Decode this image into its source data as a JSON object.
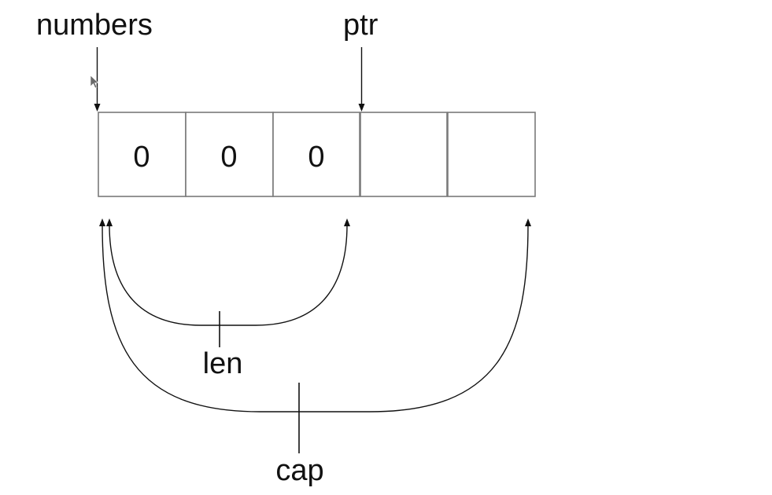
{
  "labels": {
    "numbers": "numbers",
    "ptr": "ptr",
    "len": "len",
    "cap": "cap"
  },
  "cells": [
    "0",
    "0",
    "0",
    "",
    ""
  ],
  "colors": {
    "ink": "#111111",
    "cell_border": "#7a7a7a",
    "background": "#ffffff"
  },
  "icons": [
    "mouse-cursor-icon"
  ]
}
